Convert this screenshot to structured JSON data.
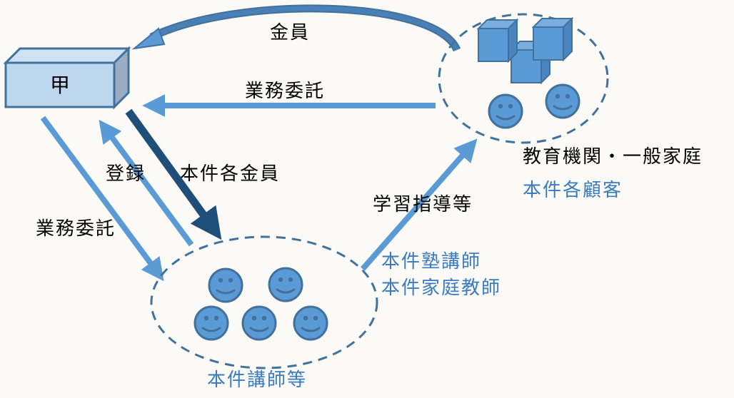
{
  "entity_a": {
    "label": "甲"
  },
  "arrows": {
    "fee_top": "金員",
    "consign_top": "業務委託",
    "register": "登録",
    "each_fee": "本件各金員",
    "consign_left": "業務委託",
    "instruction": "学習指導等"
  },
  "clients": {
    "title": "教育機関・一般家庭",
    "subtitle": "本件各顧客"
  },
  "instructors": {
    "roles": [
      "本件塾講師",
      "本件家庭教師"
    ],
    "group_label": "本件講師等"
  },
  "colors": {
    "background": "#fbfaf6",
    "box_fill": "#bdd7ee",
    "box_top": "#cfe2f3",
    "box_side": "#9badc2",
    "box_stroke": "#41719c",
    "arrow_light": "#5b9bd5",
    "arrow_dark": "#1f4e79",
    "curved_arrow": "#4a7fb5",
    "face_fill": "#5b9bd5",
    "face_stroke": "#41719c",
    "dashed_ellipse": "#41719c",
    "blue_text": "#3a7bbf"
  }
}
